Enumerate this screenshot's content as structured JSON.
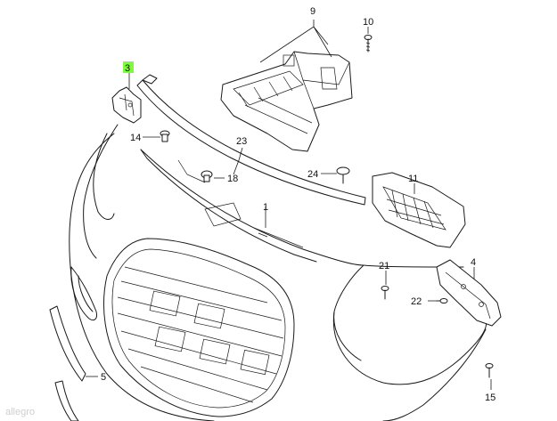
{
  "diagram": {
    "highlight_color": "#7CFC3A",
    "line_color": "#1a1a1a",
    "callouts": {
      "c1": "1",
      "c3": "3",
      "c4": "4",
      "c5": "5",
      "c9": "9",
      "c10": "10",
      "c11": "11",
      "c14": "14",
      "c15": "15",
      "c18": "18",
      "c21": "21",
      "c22": "22",
      "c23": "23",
      "c24": "24"
    },
    "watermark": "allegro"
  }
}
